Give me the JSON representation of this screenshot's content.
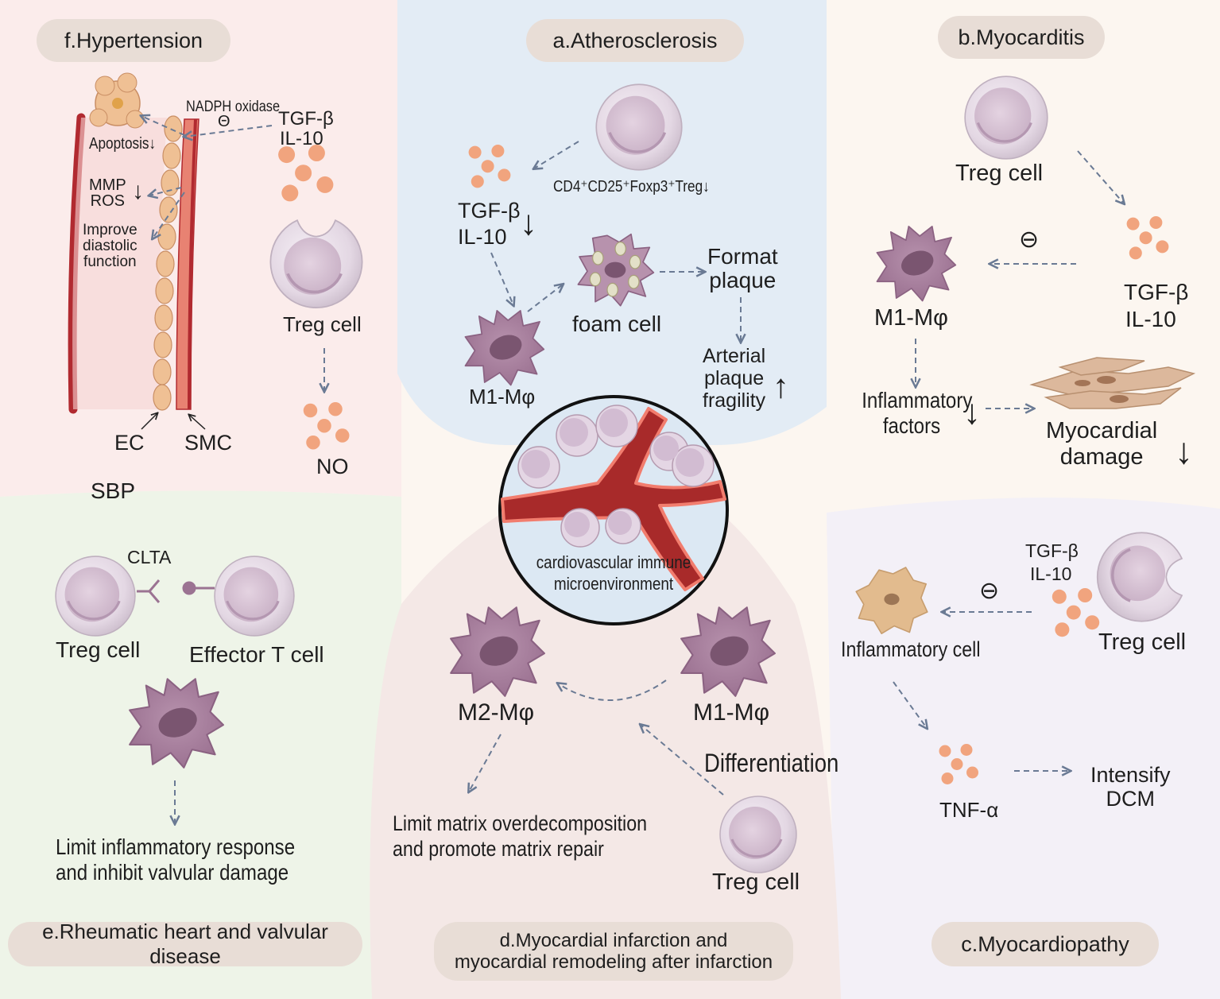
{
  "panels": {
    "hypertension": {
      "title": "f.Hypertension",
      "nadph": "NADPH oxidase",
      "inhibit": "Θ",
      "cytokine1": "TGF-β",
      "cytokine2": "IL-10",
      "apoptosis": "Apoptosis↓",
      "mmp_ros": "MMP\nROS",
      "down_arrow": "↓",
      "improve": "Improve\ndiastolic\nfunction",
      "treg": "Treg cell",
      "no": "NO",
      "ec": "EC",
      "smc": "SMC",
      "sbp": "SBP"
    },
    "atherosclerosis": {
      "title": "a.Atherosclerosis",
      "cd4": "CD4⁺CD25⁺Foxp3⁺Treg↓",
      "cytokine1": "TGF-β",
      "cytokine2": "IL-10",
      "down_arrow": "↓",
      "foam": "foam cell",
      "format": "Format\nplaque",
      "arterial": "Arterial\nplaque\nfragility",
      "up_arrow": "↑",
      "m1": "M1-Mφ"
    },
    "myocarditis": {
      "title": "b.Myocarditis",
      "treg": "Treg cell",
      "inhibit": "⊖",
      "cytokine1": "TGF-β",
      "cytokine2": "IL-10",
      "m1": "M1-Mφ",
      "inflam": "Inflammatory\nfactors",
      "down_arrow": "↓",
      "damage": "Myocardial\ndamage",
      "damage_arrow": "↓"
    },
    "center": {
      "label": "cardiovascular immune\nmicroenvironment"
    },
    "myocardiopathy": {
      "title": "c.Myocardiopathy",
      "cytokine1": "TGF-β",
      "cytokine2": "IL-10",
      "inhibit": "⊖",
      "inflam_cell": "Inflammatory cell",
      "treg": "Treg cell",
      "tnf": "TNF-α",
      "intensify": "Intensify\nDCM"
    },
    "infarction": {
      "title": "d.Myocardial infarction and\nmyocardial remodeling after infarction",
      "m2": "M2-Mφ",
      "m1": "M1-Mφ",
      "differentiation": "Differentiation",
      "limit": "Limit matrix overdecomposition\nand promote matrix repair",
      "treg": "Treg cell"
    },
    "rheumatic": {
      "title": "e.Rheumatic heart and valvular disease",
      "clta": "CLTA",
      "treg": "Treg cell",
      "effector": "Effector T cell",
      "limit": "Limit inflammatory response\nand inhibit valvular damage"
    }
  },
  "colors": {
    "hypertension_bg": "#fbeceb",
    "atherosclerosis_bg": "#e3ecf5",
    "myocarditis_bg": "#fcf6f0",
    "rheumatic_bg": "#eef4e8",
    "infarction_bg": "#f4e8e6",
    "myocardiopathy_bg": "#f3f0f7",
    "pill": "#e8ddd6",
    "vessel": "#b12a30",
    "cytokine": "#f1a47e",
    "macrophage": "#a87d9c",
    "treg": "#e6dce6",
    "arrow": "#6a7a94"
  }
}
